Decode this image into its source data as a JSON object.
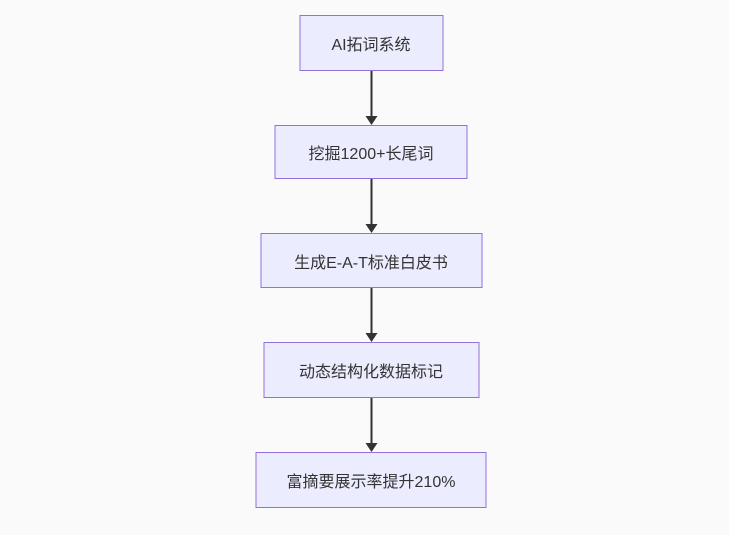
{
  "flowchart": {
    "type": "flowchart",
    "direction": "top-down",
    "nodes": [
      {
        "label": "AI拓词系统"
      },
      {
        "label": "挖掘1200+长尾词"
      },
      {
        "label": "生成E-A-T标准白皮书"
      },
      {
        "label": "动态结构化数据标记"
      },
      {
        "label": "富摘要展示率提升210%"
      }
    ],
    "edges": [
      {
        "from": 0,
        "to": 1,
        "style": "arrow-down"
      },
      {
        "from": 1,
        "to": 2,
        "style": "arrow-down"
      },
      {
        "from": 2,
        "to": 3,
        "style": "arrow-down"
      },
      {
        "from": 3,
        "to": 4,
        "style": "arrow-down"
      }
    ],
    "colors": {
      "background": "#fafafa",
      "node_fill": "#ECECFF",
      "node_border": "#9370DB",
      "arrow": "#333333",
      "text": "#333333"
    }
  }
}
